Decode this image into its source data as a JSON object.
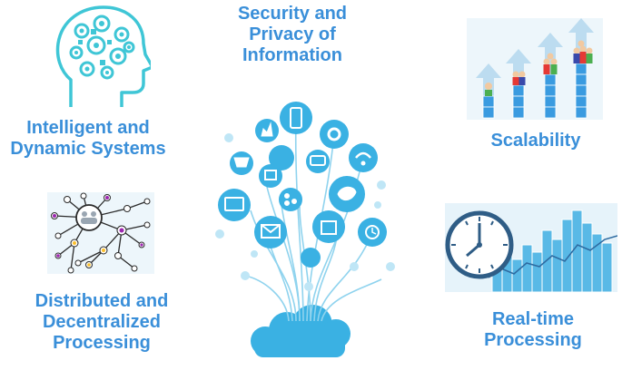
{
  "colors": {
    "label_blue": "#3a8fd9",
    "teal": "#3fc6d6",
    "tree_blue": "#3ab1e3",
    "light_blue": "#8fd3ee",
    "bar_blue": "#59b9e6",
    "pale_bg": "#e9f4fb"
  },
  "labels": {
    "security": [
      "Security and",
      "Privacy of",
      "Information"
    ],
    "intelligent": [
      "Intelligent and",
      "Dynamic Systems"
    ],
    "scalability": [
      "Scalability"
    ],
    "distributed": [
      "Distributed and",
      "Decentralized",
      "Processing"
    ],
    "realtime": [
      "Real-time",
      "Processing"
    ]
  },
  "icons": {
    "head": "head-gears-icon",
    "tree": "technology-tree-icon",
    "network": "network-graph-icon",
    "growth": "growth-arrows-people-icon",
    "clock_chart": "clock-bar-chart-icon"
  }
}
